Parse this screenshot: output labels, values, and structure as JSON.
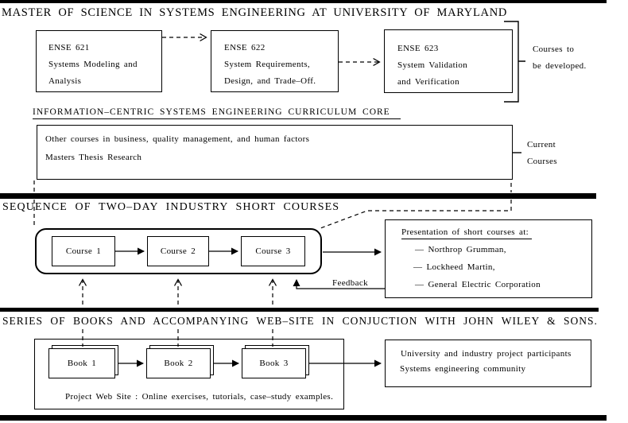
{
  "colors": {
    "ink": "#000000",
    "paper": "#ffffff"
  },
  "masters": {
    "title": "MASTER OF SCIENCE IN SYSTEMS ENGINEERING AT UNIVERSITY OF MARYLAND",
    "courses": [
      {
        "code": "ENSE 621",
        "line1": "Systems Modeling and",
        "line2": "Analysis"
      },
      {
        "code": "ENSE 622",
        "line1": "System Requirements,",
        "line2": "Design, and Trade–Off."
      },
      {
        "code": "ENSE 623",
        "line1": "System Validation",
        "line2": "and Verification"
      }
    ],
    "bracket_label": {
      "line1": "Courses to",
      "line2": "be developed."
    },
    "core": {
      "heading": "INFORMATION–CENTRIC SYSTEMS ENGINEERING CURRICULUM CORE",
      "line1": "Other courses in business, quality management, and human factors",
      "line2": "Masters Thesis Research"
    },
    "current_label": {
      "line1": "Current",
      "line2": "Courses"
    }
  },
  "short_courses": {
    "title": "SEQUENCE OF TWO–DAY INDUSTRY SHORT COURSES",
    "courses": [
      "Course 1",
      "Course 2",
      "Course 3"
    ],
    "presentation": {
      "heading": "Presentation of short courses at:",
      "items": [
        "—  Northrop Grumman,",
        "—  Lockheed Martin,",
        "—  General Electric Corporation"
      ]
    },
    "feedback_label": "Feedback"
  },
  "books": {
    "title": "SERIES OF BOOKS AND ACCOMPANYING WEB–SITE IN CONJUCTION WITH JOHN WILEY & SONS.",
    "books": [
      "Book 1",
      "Book 2",
      "Book 3"
    ],
    "website_caption": "Project Web Site : Online exercises, tutorials, case–study examples.",
    "audience": {
      "line1": "University and industry project participants",
      "line2": "Systems engineering community"
    }
  }
}
